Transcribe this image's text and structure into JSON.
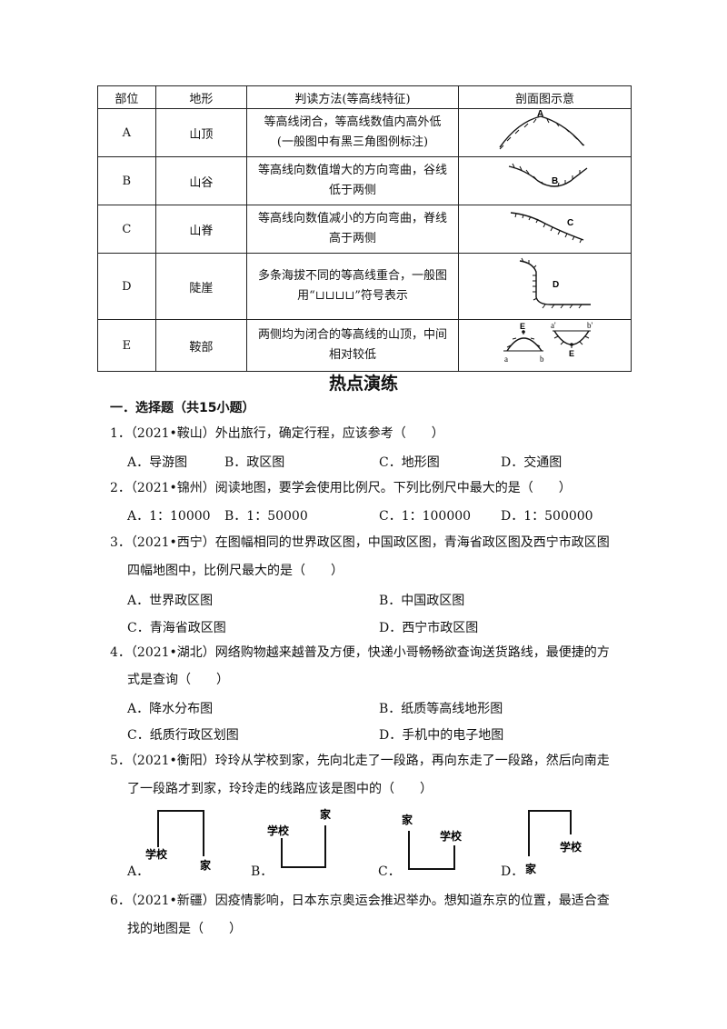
{
  "table": {
    "headers": [
      "部位",
      "地形",
      "判读方法(等高线特征)",
      "剖面图示意"
    ],
    "rows": [
      {
        "part": "A",
        "terrain": "山顶",
        "method_l1": "等高线闭合，等高线数值内高外低",
        "method_l2": "(一般图中有黑三角图例标注)",
        "fig_label": "A"
      },
      {
        "part": "B",
        "terrain": "山谷",
        "method_l1": "等高线向数值增大的方向弯曲，谷线",
        "method_l2": "低于两侧",
        "fig_label": "B"
      },
      {
        "part": "C",
        "terrain": "山脊",
        "method_l1": "等高线向数值减小的方向弯曲，脊线",
        "method_l2": "高于两侧",
        "fig_label": "C"
      },
      {
        "part": "D",
        "terrain": "陡崖",
        "method_l1": "多条海拔不同的等高线重合，一般图",
        "method_l2": "用“⊔⊔⊔⊔”符号表示",
        "fig_label": "D"
      },
      {
        "part": "E",
        "terrain": "鞍部",
        "method_l1": "两侧均为闭合的等高线的山顶，中间",
        "method_l2": "相对较低",
        "fig_labels": [
          "E",
          "a",
          "b",
          "a'",
          "b'",
          "E"
        ]
      }
    ]
  },
  "section_title": "热点演练",
  "section_header": "一．选择题（共15小题）",
  "questions": [
    {
      "stem_l1": "1．（2021•鞍山）外出旅行，确定行程，应该参考（　　）",
      "options": [
        "A．导游图",
        "B．政区图",
        "C．地形图",
        "D．交通图"
      ]
    },
    {
      "stem_l1": "2．（2021•锦州）阅读地图，要学会使用比例尺。下列比例尺中最大的是（　　）",
      "options": [
        "A．1：10000",
        "B．1：50000",
        "C．1：100000",
        "D．1：500000"
      ]
    },
    {
      "stem_l1": "3．（2021•西宁）在图幅相同的世界政区图，中国政区图，青海省政区图及西宁市政区图",
      "stem_l2": "四幅地图中，比例尺最大的是（　　）",
      "options": [
        "A．世界政区图",
        "B．中国政区图",
        "C．青海省政区图",
        "D．西宁市政区图"
      ]
    },
    {
      "stem_l1": "4．（2021•湖北）网络购物越来越普及方便，快递小哥畅畅欲查询送货路线，最便捷的方",
      "stem_l2": "式是查询（　　）",
      "options": [
        "A．降水分布图",
        "B．纸质等高线地形图",
        "C．纸质行政区划图",
        "D．手机中的电子地图"
      ]
    },
    {
      "stem_l1": "5．（2021•衡阳）玲玲从学校到家，先向北走了一段路，再向东走了一段路，然后向南走",
      "stem_l2": "了一段路才到家，玲玲走的线路应该是图中的（　　）",
      "options": [
        "A．",
        "B．",
        "C．",
        "D．"
      ],
      "route_labels": {
        "school": "学校",
        "home": "家"
      }
    },
    {
      "stem_l1": "6．（2021•新疆）因疫情影响，日本东京奥运会推迟举办。想知道东京的位置，最适合查",
      "stem_l2": "找的地图是（　　）"
    }
  ]
}
